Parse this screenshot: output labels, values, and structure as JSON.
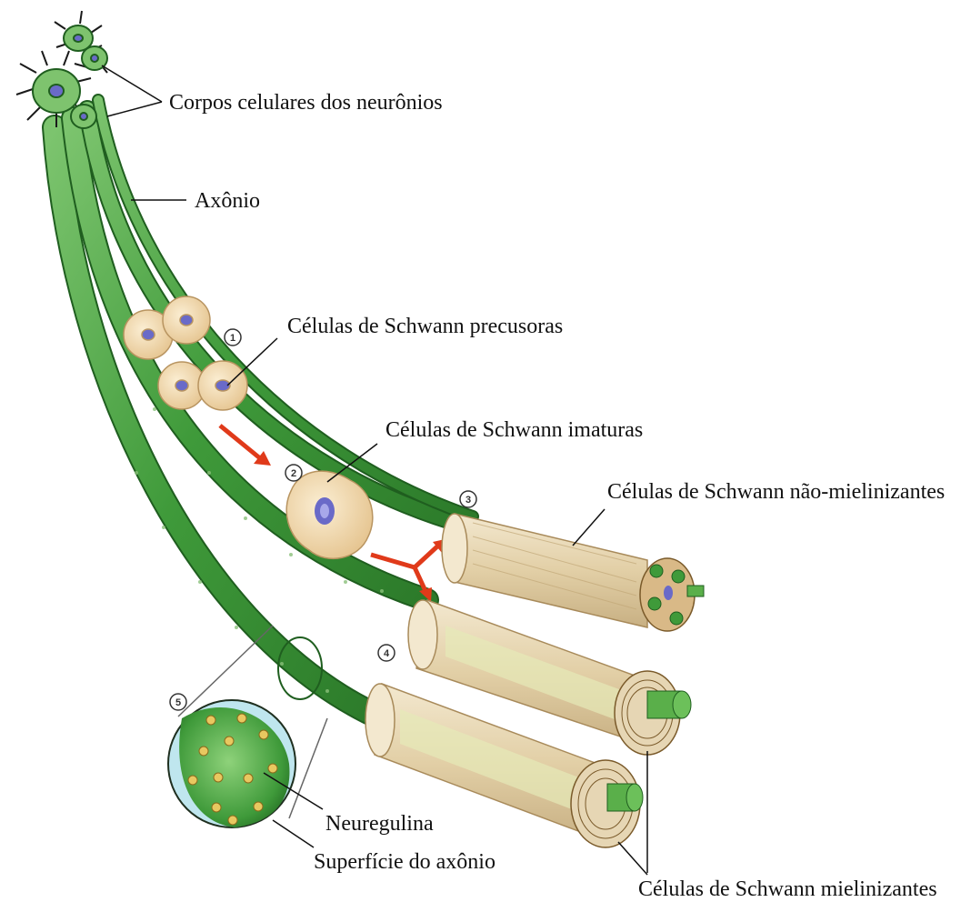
{
  "labels": {
    "cell_bodies": "Corpos celulares dos neurônios",
    "axon": "Axônio",
    "precursor": "Células de Schwann precusoras",
    "immature": "Células de Schwann imaturas",
    "non_myelinating": "Células de Schwann não-mielinizantes",
    "neuregulin": "Neuregulina",
    "axon_surface": "Superfície do axônio",
    "myelinating": "Células de Schwann mielinizantes"
  },
  "step_numbers": [
    "1",
    "2",
    "3",
    "4",
    "5"
  ],
  "colors": {
    "axon_green": "#3f9a3a",
    "axon_dark": "#1f5e1f",
    "cell_beige": "#f0d9b0",
    "nucleus_purple": "#6a6ac8",
    "arrow_red": "#e03a1a",
    "myelin_tan": "#e6d6b4"
  }
}
